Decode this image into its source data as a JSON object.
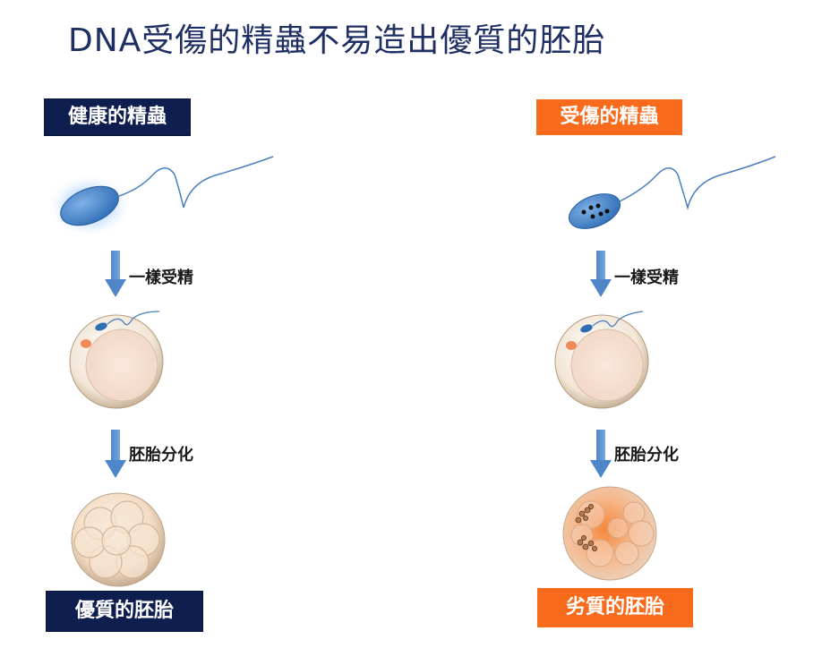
{
  "title": "DNA受傷的精蟲不易造出優質的胚胎",
  "left": {
    "label": "健康的精蟲",
    "step1": "一樣受精",
    "step2": "胚胎分化",
    "result": "優質的胚胎"
  },
  "right": {
    "label": "受傷的精蟲",
    "step1": "一樣受精",
    "step2": "胚胎分化",
    "result": "劣質的胚胎"
  },
  "colors": {
    "navy": "#0e1f4f",
    "orange": "#f86b1c",
    "sperm_blue": "#4a86c8",
    "arrow_blue": "#5b8fd0"
  }
}
